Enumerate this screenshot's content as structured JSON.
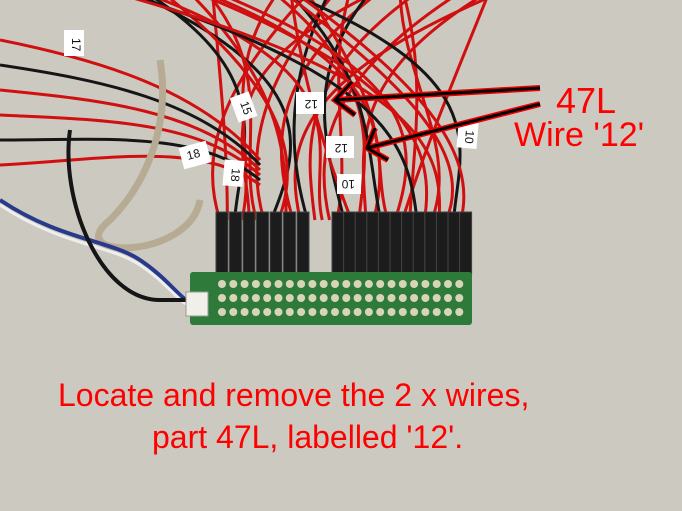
{
  "annotation": {
    "part": "47L",
    "wire": "Wire '12'"
  },
  "caption": {
    "line1": "Locate and remove the 2 x wires,",
    "line2": "part 47L, labelled '12'."
  },
  "wire_tags": [
    "17",
    "15",
    "12",
    "12",
    "18",
    "18",
    "10",
    "10"
  ],
  "colors": {
    "annotation": "#ff0000",
    "background": "#cbc9c0",
    "wire_red": "#d01010",
    "wire_black": "#151515",
    "pcb": "#2e7a3a"
  }
}
